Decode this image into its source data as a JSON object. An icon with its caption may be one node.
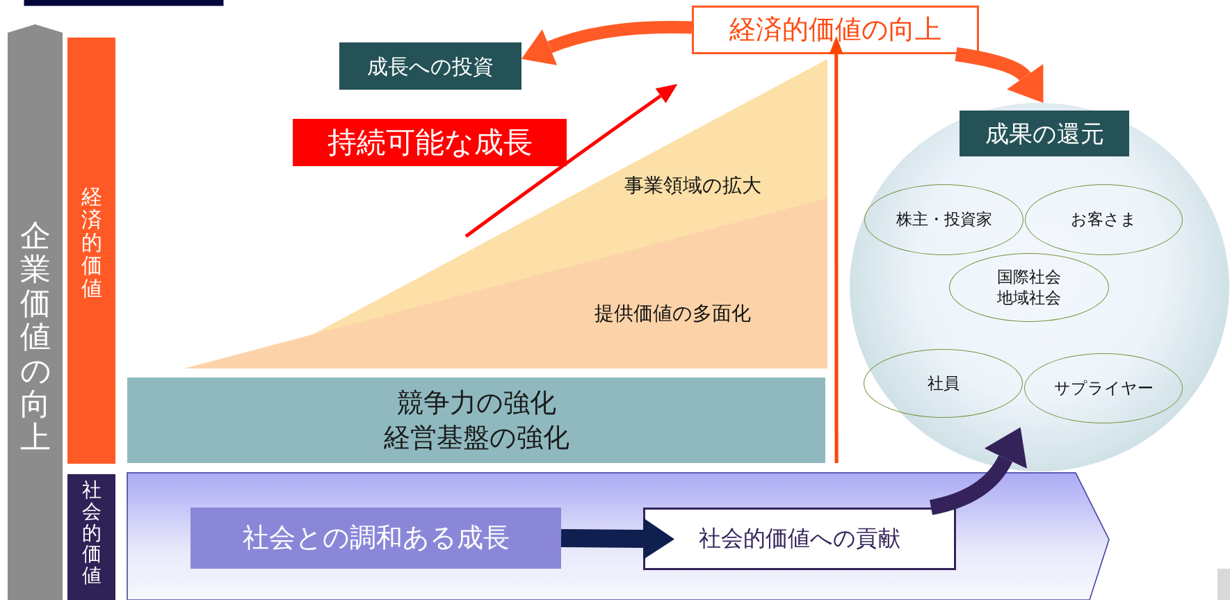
{
  "diagram": {
    "nodes": [
      {
        "text": [
          "企業価値の向上"
        ]
      },
      {
        "text": [
          "経済的価値"
        ]
      },
      {
        "text": [
          "成長への投資"
        ]
      },
      {
        "text": [
          "経済的価値の向上"
        ]
      },
      {
        "text": [
          "持続可能な成長"
        ]
      },
      {
        "text": [
          "事業領域の拡大"
        ]
      },
      {
        "text": [
          "提供価値の多面化"
        ]
      },
      {
        "text": [],
        "shape": "circle"
      },
      {
        "text": [
          "成果の還元"
        ],
        "in": 7
      },
      {
        "text": [
          "株主・投資家"
        ],
        "in": 7
      },
      {
        "text": [
          "お客さま"
        ],
        "in": 7
      },
      {
        "text": [
          "国際社会",
          "地域社会"
        ],
        "in": 7
      },
      {
        "text": [
          "社員"
        ],
        "in": 7
      },
      {
        "text": [
          "サプライヤー"
        ],
        "in": 7
      },
      {
        "text": [
          "競争力の強化",
          "経営基盤の強化"
        ]
      },
      {
        "text": [
          "社会的価値"
        ]
      },
      {
        "text": [],
        "shape": "chevron"
      },
      {
        "text": [
          "社会との調和ある成長"
        ],
        "in": 16
      },
      {
        "text": [
          "社会的価値への貢献"
        ],
        "in": 16
      }
    ],
    "edges": [
      {
        "from": 3,
        "to": 2,
        "arrow": "to",
        "color": "#ff5a26"
      },
      {
        "from": 14,
        "to": 3,
        "arrow": "to",
        "color": "#ff4500"
      },
      {
        "from": 3,
        "to": 7,
        "arrow": "to",
        "color": "#ff5a26"
      },
      {
        "from": 17,
        "to": 18,
        "arrow": "to",
        "color": "#0f1f4f"
      },
      {
        "from": 18,
        "to": 7,
        "arrow": "to",
        "color": "#33235a"
      }
    ]
  }
}
